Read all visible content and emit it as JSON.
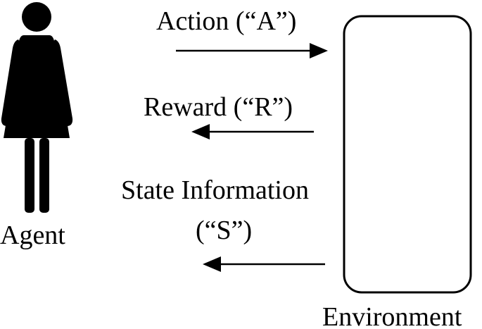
{
  "agent": {
    "label": "Agent",
    "icon": "woman-figure-icon"
  },
  "environment": {
    "label": "Environment"
  },
  "signals": {
    "action": "Action (“A”)",
    "reward": "Reward (“R”)",
    "state_line1": "State Information",
    "state_line2": "(“S”)"
  },
  "colors": {
    "ink": "#000000",
    "background": "#ffffff"
  }
}
